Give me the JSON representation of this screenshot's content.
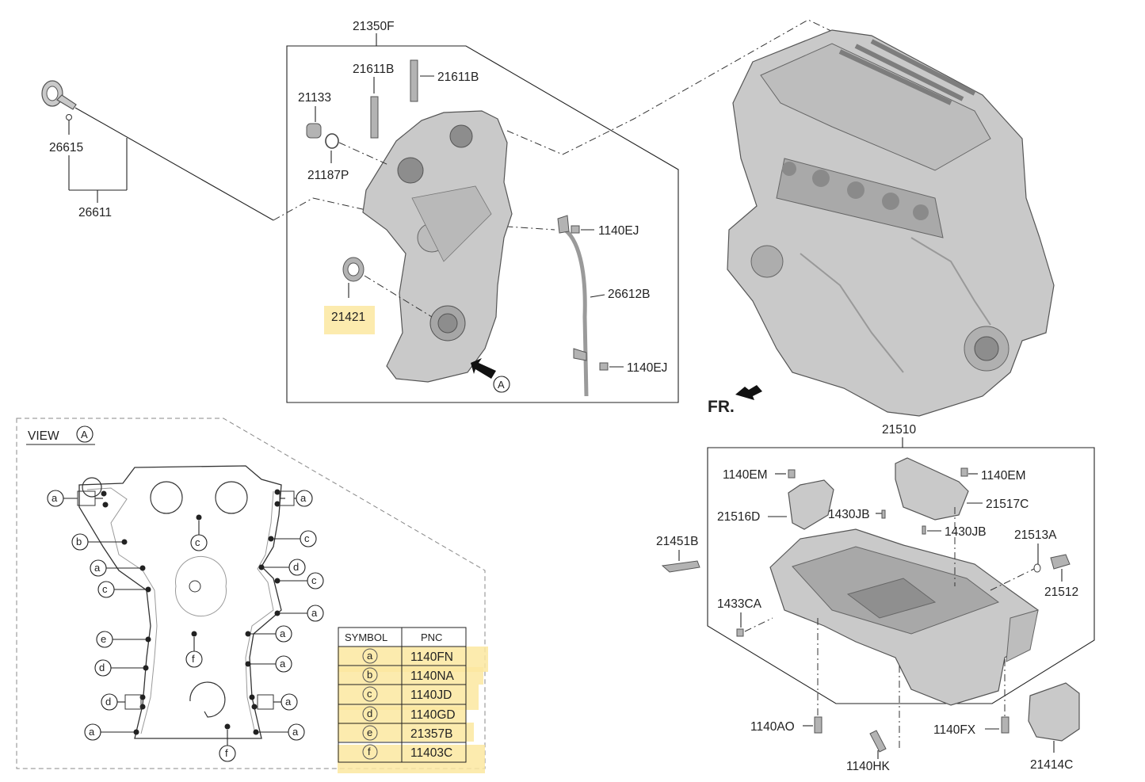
{
  "colors": {
    "highlight": "#fbe7a0",
    "part_fill": "#c9c9c9",
    "line": "#222222"
  },
  "top_box": {
    "title": "21350F",
    "labels": {
      "p21611B_1": "21611B",
      "p21611B_2": "21611B",
      "p21133": "21133",
      "p21187P": "21187P",
      "p1140EJ_1": "1140EJ",
      "p26612B": "26612B",
      "p21421": "21421",
      "p1140EJ_2": "1140EJ",
      "view_ref": "A"
    }
  },
  "dipstick": {
    "p26615": "26615",
    "p26611": "26611"
  },
  "engine": {
    "front_label": "FR."
  },
  "view_a": {
    "title": "VIEW",
    "ref": "A",
    "callouts_left": [
      "a",
      "b",
      "a",
      "c",
      "e",
      "d",
      "d",
      "a"
    ],
    "callouts_right": [
      "a",
      "c",
      "d",
      "c",
      "a",
      "a",
      "a",
      "a",
      "a"
    ],
    "callouts_center": [
      "c",
      "f",
      "f"
    ]
  },
  "symbol_table": {
    "headers": [
      "SYMBOL",
      "PNC"
    ],
    "rows": [
      {
        "symbol": "a",
        "pnc": "1140FN"
      },
      {
        "symbol": "b",
        "pnc": "1140NA"
      },
      {
        "symbol": "c",
        "pnc": "1140JD"
      },
      {
        "symbol": "d",
        "pnc": "1140GD"
      },
      {
        "symbol": "e",
        "pnc": "21357B"
      },
      {
        "symbol": "f",
        "pnc": "11403C"
      }
    ]
  },
  "oil_pan_box": {
    "title": "21510",
    "labels": {
      "p1140EM_1": "1140EM",
      "p1140EM_2": "1140EM",
      "p21516D": "21516D",
      "p1430JB_1": "1430JB",
      "p21517C": "21517C",
      "p1430JB_2": "1430JB",
      "p21451B": "21451B",
      "p21513A": "21513A",
      "p21512": "21512",
      "p1433CA": "1433CA",
      "p1140AO": "1140AO",
      "p1140FX": "1140FX",
      "p1140HK": "1140HK",
      "p21414C": "21414C"
    }
  }
}
